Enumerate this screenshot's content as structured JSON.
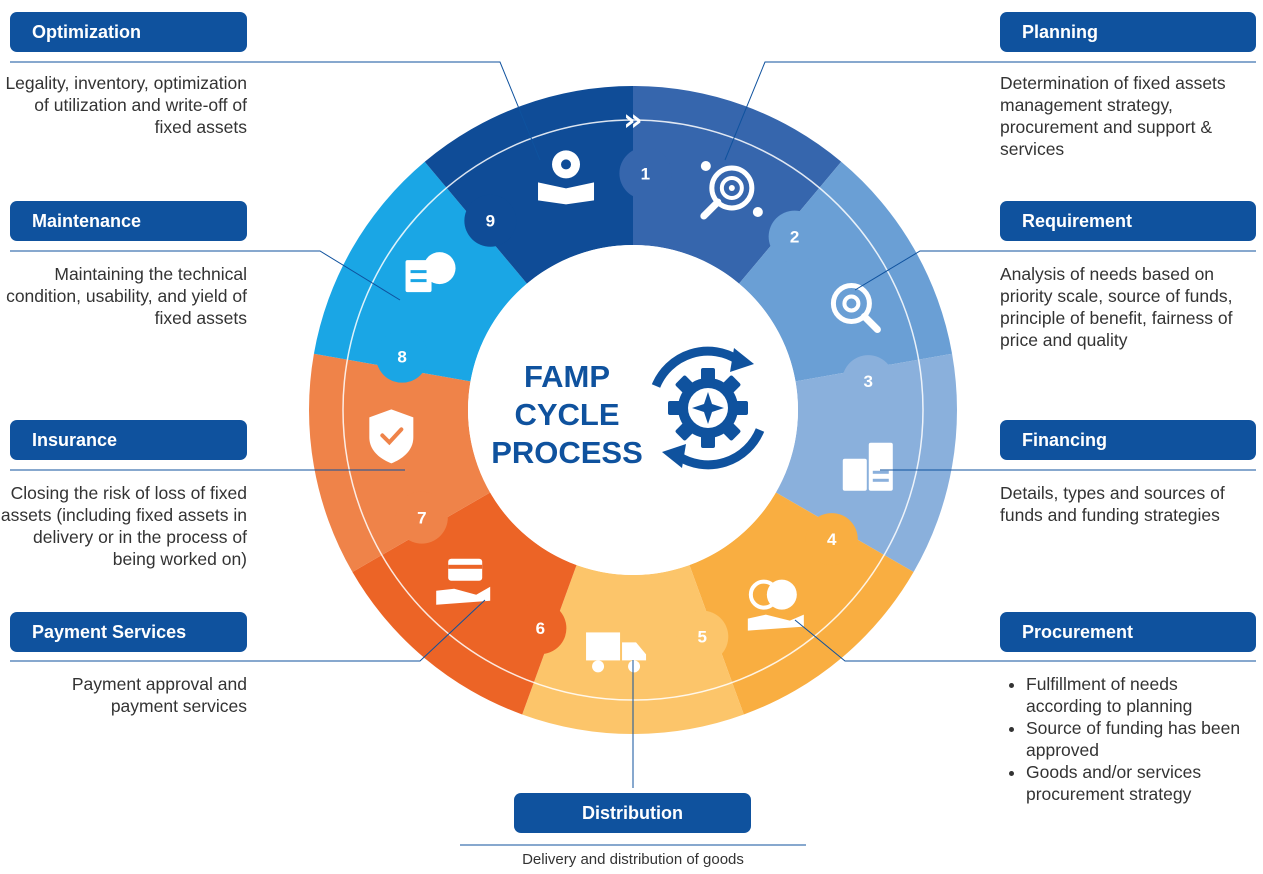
{
  "center": {
    "line1": "FAMP",
    "line2": "CYCLE",
    "line3": "PROCESS"
  },
  "steps": [
    {
      "number": "1",
      "title": "Planning",
      "description": "Determination of fixed assets management strategy, procurement and support & services",
      "color": "#3666ad",
      "icon": "target-icon"
    },
    {
      "number": "2",
      "title": "Requirement",
      "description": "Analysis of needs based on priority scale, source of funds, principle of benefit, fairness of price and quality",
      "color": "#6a9fd5",
      "icon": "magnifier-icon"
    },
    {
      "number": "3",
      "title": "Financing",
      "description": "Details, types and sources of funds and funding strategies",
      "color": "#8ab0dc",
      "icon": "calculator-icon"
    },
    {
      "number": "4",
      "title": "Procurement",
      "bullets": [
        "Fulfillment of needs according to planning",
        "Source of funding has been approved",
        "Goods and/or services procurement strategy"
      ],
      "color": "#f9ae41",
      "icon": "coins-hand-icon"
    },
    {
      "number": "5",
      "title": "Distribution",
      "description": "Delivery and distribution of goods",
      "color": "#fcc56a",
      "icon": "truck-icon"
    },
    {
      "number": "6",
      "title": "Payment Services",
      "description": "Payment approval and payment services",
      "color": "#ec6426",
      "icon": "card-hand-icon"
    },
    {
      "number": "7",
      "title": "Insurance",
      "description": "Closing the risk of loss of fixed assets (including fixed assets in delivery or in the process of being worked on)",
      "color": "#ef8349",
      "icon": "shield-check-icon"
    },
    {
      "number": "8",
      "title": "Maintenance",
      "description": "Maintaining the technical condition, usability, and yield of fixed assets",
      "color": "#1aa6e5",
      "icon": "gear-sliders-icon"
    },
    {
      "number": "9",
      "title": "Optimization",
      "description": "Legality, inventory, optimization of utilization and write-off of fixed assets",
      "color": "#0f4c97",
      "icon": "gear-book-icon"
    }
  ],
  "colors": {
    "label_bg": "#0f529e",
    "center_text": "#0f529e",
    "connector": "#0f529e"
  }
}
